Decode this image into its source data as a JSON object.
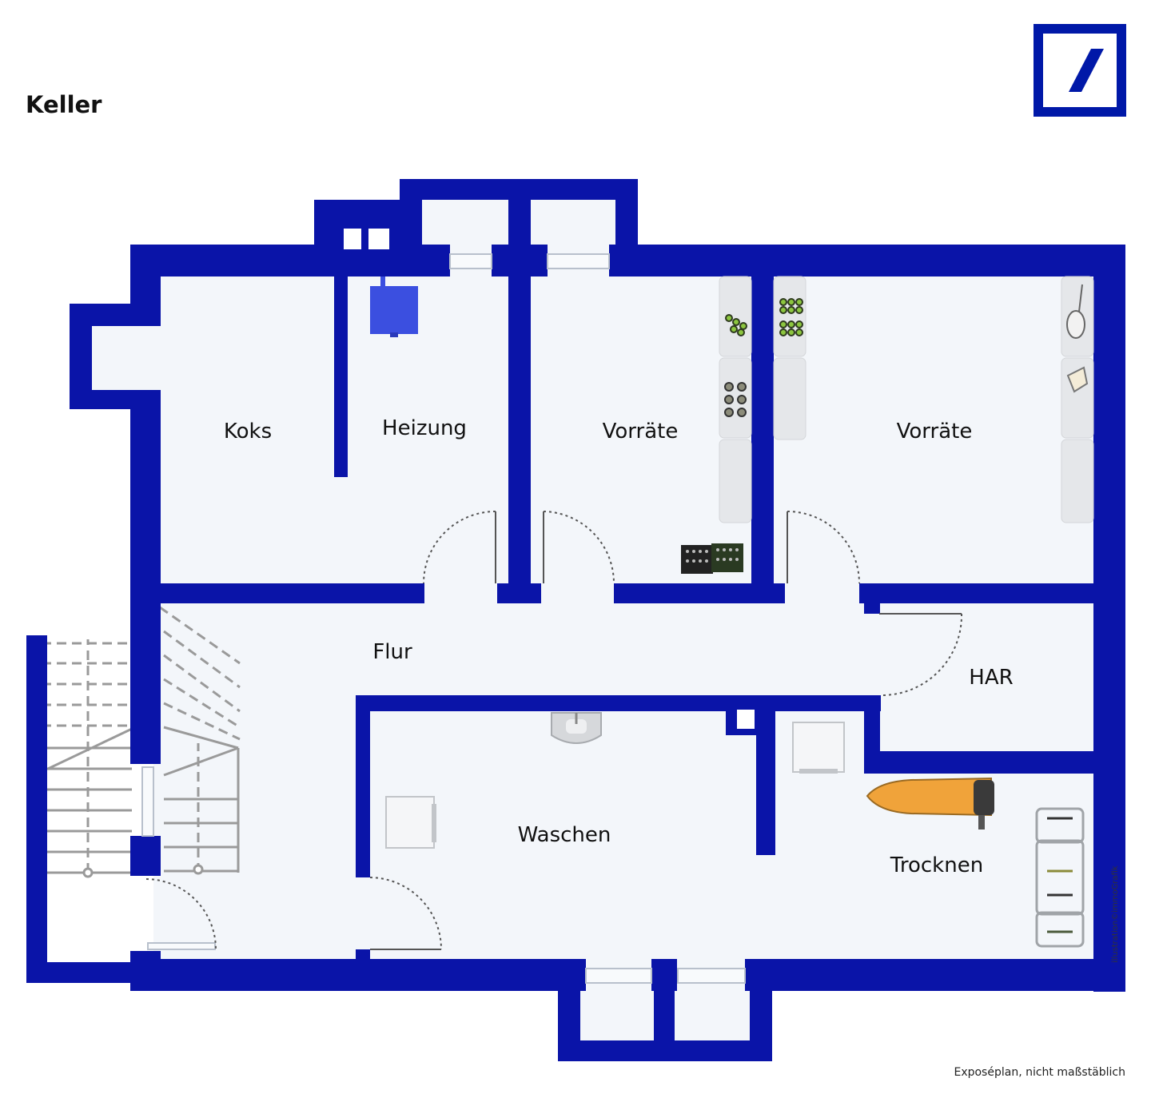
{
  "title": "Keller",
  "brand": {
    "logo_icon": "deutsche-bank-logo-icon",
    "color": "#0018A8"
  },
  "colors": {
    "wall": "#0A14A8",
    "floor": "#F3F6FA",
    "door": "#666666",
    "stair": "#999999",
    "heater": "#3B4FE0"
  },
  "rooms": {
    "koks": "Koks",
    "heizung": "Heizung",
    "vorraete_1": "Vorräte",
    "vorraete_2": "Vorräte",
    "flur": "Flur",
    "har": "HAR",
    "waschen": "Waschen",
    "trocknen": "Trocknen"
  },
  "footer": {
    "note": "Exposéplan, nicht maßstäblich",
    "watermark": "illustration©immoGrafik"
  }
}
